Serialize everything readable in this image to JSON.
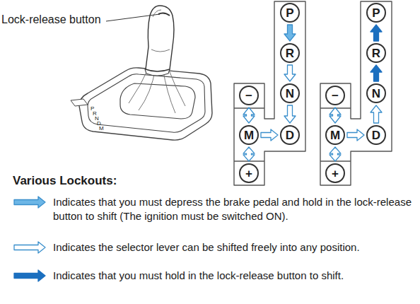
{
  "diagram": {
    "title": "Various Lockouts:",
    "nodes": [
      {
        "text": [
          "P"
        ]
      },
      {
        "text": [
          "R"
        ]
      },
      {
        "text": [
          "N"
        ]
      },
      {
        "text": [
          "−"
        ]
      },
      {
        "text": [
          "M"
        ]
      },
      {
        "text": [
          "D"
        ]
      },
      {
        "text": [
          "+"
        ]
      },
      {
        "text": [
          "P"
        ]
      },
      {
        "text": [
          "R"
        ]
      },
      {
        "text": [
          "N"
        ]
      },
      {
        "text": [
          "−"
        ]
      },
      {
        "text": [
          "M"
        ]
      },
      {
        "text": [
          "D"
        ]
      },
      {
        "text": [
          "+"
        ]
      }
    ],
    "edges": [
      {
        "from": 0,
        "to": 1,
        "arrow": "to"
      },
      {
        "from": 1,
        "to": 2,
        "arrow": "to"
      },
      {
        "from": 2,
        "to": 5,
        "arrow": "to"
      },
      {
        "from": 4,
        "to": 5,
        "arrow": "to"
      },
      {
        "from": 4,
        "to": 3,
        "arrow": "both"
      },
      {
        "from": 4,
        "to": 6,
        "arrow": "both"
      },
      {
        "from": 12,
        "to": 9,
        "arrow": "to"
      },
      {
        "from": 9,
        "to": 8,
        "arrow": "to"
      },
      {
        "from": 8,
        "to": 7,
        "arrow": "to"
      },
      {
        "from": 11,
        "to": 12,
        "arrow": "to"
      },
      {
        "from": 11,
        "to": 10,
        "arrow": "both"
      },
      {
        "from": 11,
        "to": 13,
        "arrow": "both"
      }
    ],
    "labels": [
      "Lock-release button",
      "P",
      "R",
      "N",
      "D",
      "M"
    ],
    "legend": [
      {
        "text": "Indicates that you must depress the brake pedal and hold in the lock-release button to shift (The ignition must be switched ON)."
      },
      {
        "text": "Indicates the selector lever can be shifted freely into any position."
      },
      {
        "text": "Indicates that you must hold in the lock-release button to shift."
      }
    ]
  }
}
